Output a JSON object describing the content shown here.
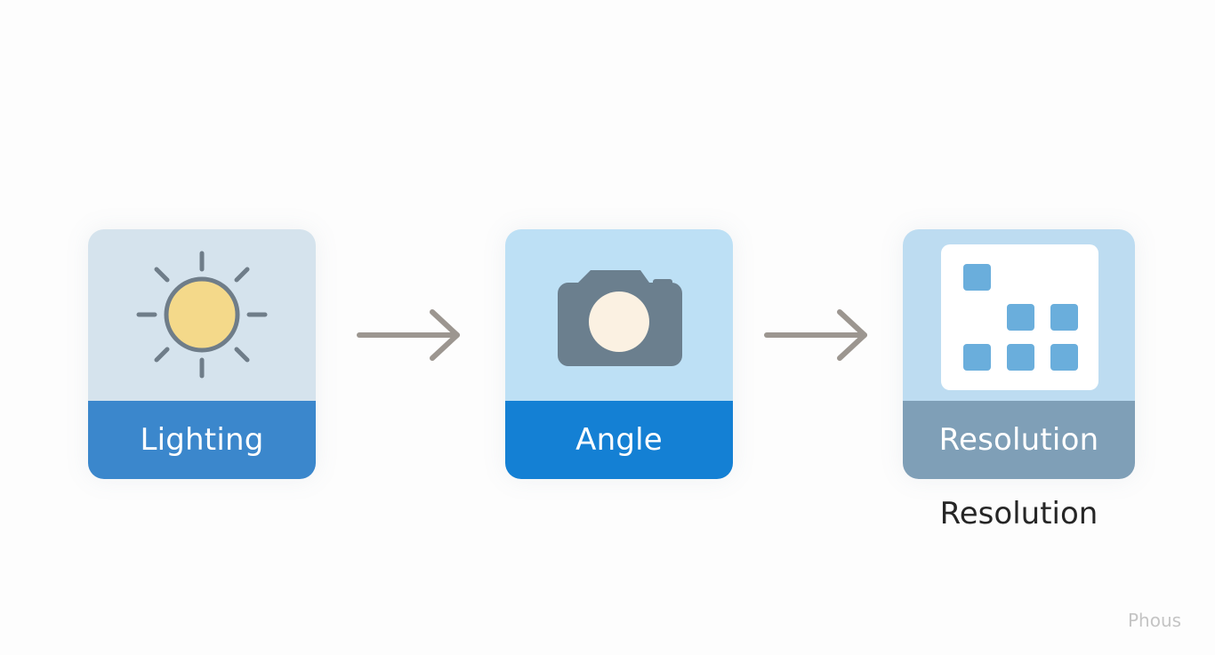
{
  "steps": [
    {
      "label": "Lighting",
      "icon": "sun-icon"
    },
    {
      "label": "Angle",
      "icon": "camera-icon"
    },
    {
      "label": "Resolution",
      "icon": "pixel-grid-icon"
    }
  ],
  "caption": "Resolution",
  "watermark": "Phous",
  "colors": {
    "lighting_top": "#d5e3ed",
    "lighting_bottom": "#3b87cc",
    "angle_top": "#bde0f5",
    "angle_bottom": "#1480d4",
    "resolution_top": "#bddcf1",
    "resolution_bottom": "#7f9fb7",
    "arrow": "#9c9690",
    "sun": "#f4d98a",
    "camera": "#6b7f8e",
    "pixel": "#6aaedc"
  }
}
